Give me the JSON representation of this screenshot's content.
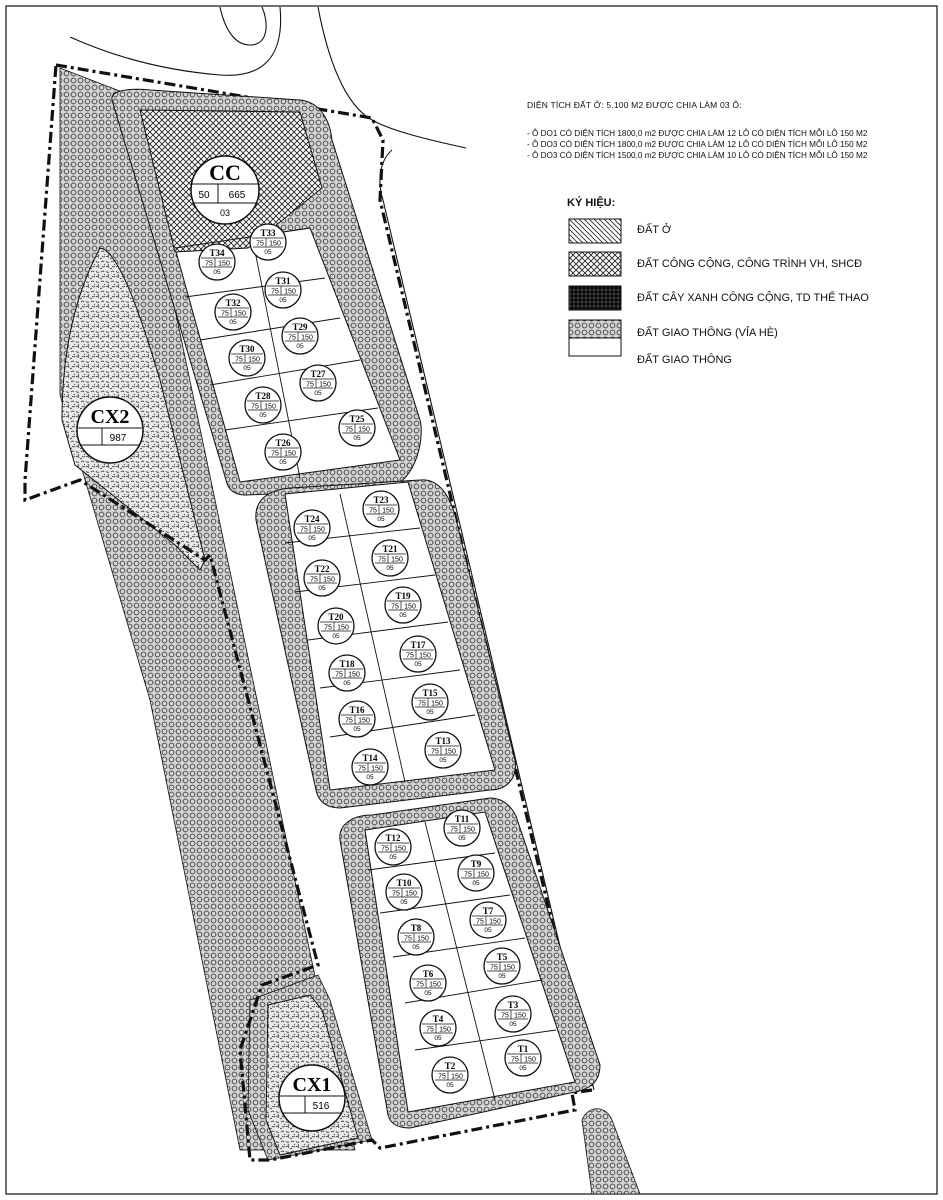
{
  "notes": {
    "heading": "DIỆN TÍCH ĐẤT Ở: 5.100 M2 ĐƯỢC CHIA LÀM 03 Ô:",
    "lines": [
      "- Ô DO1 CÓ DIỆN TÍCH 1800,0 m2 ĐƯỢC CHIA LÀM 12 LÔ CÓ DIỆN TÍCH MỖI LÔ 150 M2",
      "- Ô DO3 CÓ DIỆN TÍCH 1800,0 m2 ĐƯỢC CHIA LÀM 12 LÔ CÓ DIỆN TÍCH MỖI LÔ 150 M2",
      "- Ô DO3 CÓ DIỆN TÍCH 1500,0 m2 ĐƯỢC CHIA LÀM 10 LÔ CÓ DIỆN TÍCH MỖI LÔ 150 M2"
    ]
  },
  "legend": {
    "title": "KÝ HIỆU:",
    "items": [
      {
        "label": "ĐẤT Ở",
        "pattern": "hatch-residential"
      },
      {
        "label": "ĐẤT CÔNG CỘNG, CÔNG TRÌNH VH, SHCĐ",
        "pattern": "crosshatch-public"
      },
      {
        "label": "ĐẤT CÂY XANH CÔNG CỘNG, TD THỂ THAO",
        "pattern": "speckle-green"
      },
      {
        "label": "ĐẤT GIAO THÔNG (VỈA HÈ)",
        "pattern": "honeycomb-sidewalk"
      },
      {
        "label": "ĐẤT GIAO THÔNG",
        "pattern": "blank-road"
      }
    ]
  },
  "parcels": {
    "cc": {
      "code": "CC",
      "a": "50",
      "b": "665",
      "c": "03"
    },
    "cx2": {
      "code": "CX2",
      "a": "",
      "b": "987"
    },
    "cx1": {
      "code": "CX1",
      "a": "",
      "b": "516"
    }
  },
  "lot_values": {
    "area": "75",
    "size": "150",
    "floors": "05"
  },
  "lots": [
    "T1",
    "T2",
    "T3",
    "T4",
    "T5",
    "T6",
    "T7",
    "T8",
    "T9",
    "T10",
    "T11",
    "T12",
    "T13",
    "T14",
    "T15",
    "T16",
    "T17",
    "T18",
    "T19",
    "T20",
    "T21",
    "T22",
    "T23",
    "T24",
    "T25",
    "T26",
    "T27",
    "T28",
    "T29",
    "T30",
    "T31",
    "T32",
    "T33",
    "T34"
  ],
  "colors": {
    "line": "#111111",
    "background": "#ffffff"
  }
}
